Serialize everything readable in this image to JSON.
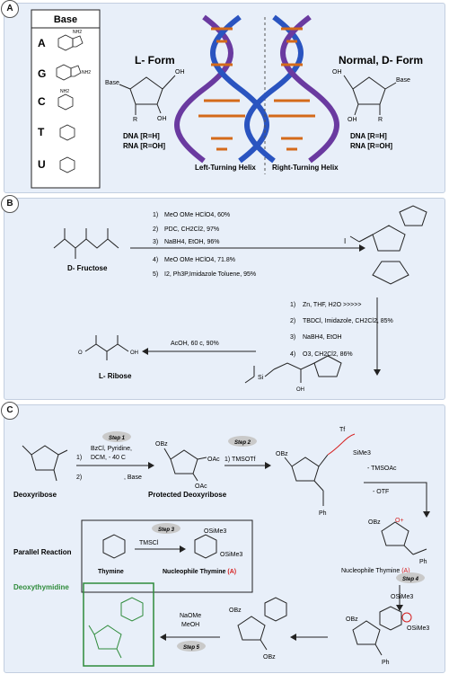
{
  "panels": {
    "a": "A",
    "b": "B",
    "c": "C"
  },
  "panelA": {
    "base_header": "Base",
    "bases": [
      "A",
      "G",
      "C",
      "T",
      "U"
    ],
    "nh2": "NH2",
    "l_form": "L- Form",
    "d_form": "Normal, D- Form",
    "base_word": "Base",
    "oh": "OH",
    "r": "R",
    "dna_rna_l": [
      "DNA [R=H]",
      "RNA [R=OH]"
    ],
    "dna_rna_d": [
      "DNA [R=H]",
      "RNA [R=OH]"
    ],
    "left_helix": "Left-Turning Helix",
    "right_helix": "Right-Turning Helix"
  },
  "panelB": {
    "fructose": "D- Fructose",
    "ribose": "L- Ribose",
    "steps1": [
      {
        "n": "1)",
        "t": "MeO OMe  HClO4, 60%"
      },
      {
        "n": "2)",
        "t": "PDC, CH2Cl2, 97%"
      },
      {
        "n": "3)",
        "t": "NaBH4, EtOH, 96%"
      },
      {
        "n": "4)",
        "t": "MeO OMe  HClO4, 71.8%"
      },
      {
        "n": "5)",
        "t": "I2, Ph3P,Imidazole Toluene, 95%"
      }
    ],
    "steps2": [
      {
        "n": "1)",
        "t": "Zn, THF, H2O >>>>>"
      },
      {
        "n": "2)",
        "t": "TBDCl, Imidazole, CH2Cl2, 85%"
      },
      {
        "n": "3)",
        "t": "NaBH4, EtOH"
      },
      {
        "n": "4)",
        "t": "O3, CH2Cl2, 86%"
      }
    ],
    "acoh": "AcOH, 60 c, 90%",
    "i_label": "I",
    "si_label": "Si",
    "o_label": "O",
    "oh": "OH"
  },
  "panelC": {
    "steps": [
      "Step 1",
      "Step 2",
      "Step 3",
      "Step 4",
      "Step 5"
    ],
    "step1_reagents": [
      "BzCl, Pyridine,",
      "DCM, - 40 C"
    ],
    "step1_n": "1)",
    "step1_n2": "2)",
    "base": ", Base",
    "tmsotf": "1) TMSOTf",
    "deoxyribose": "Deoxyribose",
    "protected": "Protected Deoxyribose",
    "tf": "Tf",
    "sime3": "SiMe3",
    "minus_tmsoac": "- TMSOAc",
    "minus_otf": "- OTF",
    "obz": "OBz",
    "oac": "OAc",
    "ph": "Ph",
    "parallel": "Parallel  Reaction",
    "tmscl": "TMSCl",
    "osime3": "OSiMe3",
    "thymine": "Thymine",
    "nucleophile_label": "Nucleophile Thymine ",
    "a_tag": "(A)",
    "naome": "NaOMe",
    "meoh": "MeOH",
    "deoxythymidine": "Deoxythymidine"
  },
  "colors": {
    "panel": "#e8eff9",
    "red": "#d62020",
    "green": "#2e8b3a",
    "pill": "#c9c9c9"
  }
}
